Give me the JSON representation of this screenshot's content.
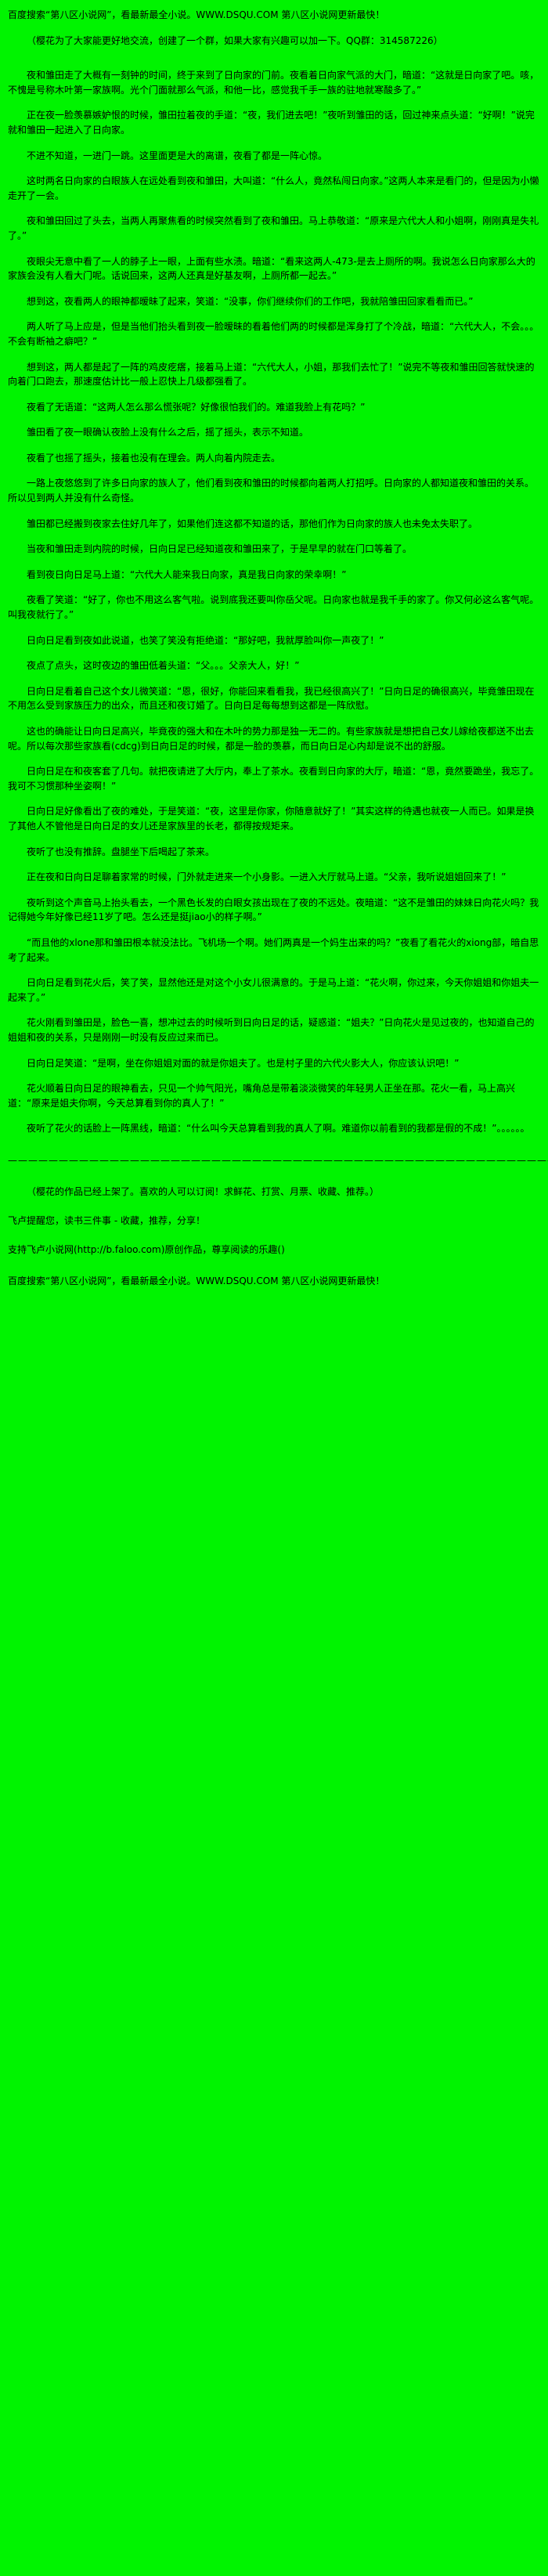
{
  "page": {
    "colors": {
      "background": "#00f400",
      "text": "#000000"
    }
  },
  "header": {
    "promo": "百度搜索“第八区小说网”，看最新最全小说。WWW.DSQU.COM  第八区小说网更新最快！",
    "qq_notice": "（樱花为了大家能更好地交流，创建了一个群，如果大家有兴趣可以加一下。QQ群：314587226）"
  },
  "content": {
    "paragraphs": [
      "夜和雏田走了大概有一刻钟的时间，终于来到了日向家的门前。夜看着日向家气派的大门，暗道：“这就是日向家了吧。咳，不愧是号称木叶第一家族啊。光个门面就那么气派，和他一比，感觉我千手一族的驻地就寒酸多了。”",
      "正在夜一脸羡慕嫉妒恨的时候，雏田拉着夜的手道：“夜，我们进去吧！”夜听到雏田的话，回过神来点头道：“好啊！”说完就和雏田一起进入了日向家。",
      "不进不知道，一进门一跳。这里面更是大的离谱，夜看了都是一阵心惊。",
      "这时两名日向家的白眼族人在远处看到夜和雏田，大叫道：“什么人，竟然私闯日向家。”这两人本来是看门的，但是因为小懒走开了一会。",
      "夜和雏田回过了头去，当两人再聚焦看的时候突然看到了夜和雏田。马上恭敬道：“原来是六代大人和小姐啊，刚刚真是失礼了。”",
      "夜眼尖无意中看了一人的脖子上一眼，上面有些水渍。暗道：“看来这两人-473-是去上厕所的啊。我说怎么日向家那么大的家族会没有人看大门呢。话说回来，这两人还真是好基友啊，上厕所都一起去。”",
      "想到这，夜看两人的眼神都暧昧了起来，笑道：“没事，你们继续你们的工作吧，我就陪雏田回家看看而已。”",
      "两人听了马上应是，但是当他们抬头看到夜一脸暧昧的看着他们两的时候都是浑身打了个冷战，暗道：“六代大人，不会。。。不会有断袖之癖吧？”",
      "想到这，两人都是起了一阵的鸡皮疙瘩，接着马上道：“六代大人，小姐，那我们去忙了！”说完不等夜和雏田回答就快速的向着门口跑去，那速度估计比一般上忍快上几级都强看了。",
      "夜看了无语道：“这两人怎么那么慌张呢？好像很怕我们的。难道我脸上有花吗？”",
      "雏田看了夜一眼确认夜脸上没有什么之后，摇了摇头，表示不知道。",
      "夜看了也摇了摇头，接着也没有在理会。两人向着内院走去。",
      "一路上夜悠悠到了许多日向家的族人了，他们看到夜和雏田的时候都向着两人打招呼。日向家的人都知道夜和雏田的关系。所以见到两人并没有什么奇怪。",
      "雏田都已经搬到夜家去住好几年了，如果他们连这都不知道的话，那他们作为日向家的族人也未免太失职了。",
      "当夜和雏田走到内院的时候，日向日足已经知道夜和雏田来了，于是早早的就在门口等着了。",
      "看到夜日向日足马上道：“六代大人能来我日向家，真是我日向家的荣幸啊！”",
      "夜看了笑道：“好了，你也不用这么客气啦。说到底我还要叫你岳父呢。日向家也就是我千手的家了。你又何必这么客气呢。叫我夜就行了。”",
      "日向日足看到夜如此说道，也笑了笑没有拒绝道：“那好吧，我就厚脸叫你一声夜了！”",
      "夜点了点头，这时夜边的雏田低着头道：“父。。。父亲大人，好！”",
      "日向日足看着自己这个女儿微笑道：“恩，很好，你能回来看看我，我已经很高兴了！”日向日足的确很高兴，毕竟雏田现在不用怎么受到家族压力的出众，而且还和夜订婚了。日向日足每每想到这都是一阵欣慰。",
      "这也的确能让日向日足高兴，毕竟夜的强大和在木叶的势力那是独一无二的。有些家族就是想把自己女儿嫁给夜都送不出去呢。所以每次那些家族看(cdcg)到日向日足的时候，都是一脸的羡慕，而日向日足心内却是说不出的舒服。",
      "日向日足在和夜客套了几句。就把夜请进了大厅内，奉上了茶水。夜看到日向家的大厅，暗道：“恩，竟然要跪坐，我忘了。我可不习惯那种坐姿啊！”",
      "日向日足好像看出了夜的难处，于是笑道：“夜，这里是你家，你随意就好了！”其实这样的待遇也就夜一人而已。如果是换了其他人不管他是日向日足的女儿还是家族里的长老，都得按规矩来。",
      "夜听了也没有推辞。盘腿坐下后喝起了茶来。",
      "正在夜和日向日足聊着家常的时候，门外就走进来一个小身影。一进入大厅就马上道。“父亲，我听说姐姐回来了！”",
      "夜听到这个声音马上抬头看去，一个黑色长发的白眼女孩出现在了夜的不远处。夜暗道：“这不是雏田的妹妹日向花火吗？我记得她今年好像已经11岁了吧。怎么还是挺jiao小的样子啊。”",
      "“而且他的xlone那和雏田根本就没法比。飞机场一个啊。她们两真是一个妈生出来的吗？”夜看了看花火的xiong部，暗自思考了起来。",
      "日向日足看到花火后，笑了笑，显然他还是对这个小女儿很满意的。于是马上道：“花火啊，你过来，今天你姐姐和你姐夫一起来了。”",
      "花火刚看到雏田是，脸色一喜，想冲过去的时候听到日向日足的话，疑惑道：“姐夫？”日向花火是见过夜的，也知道自己的姐姐和夜的关系，只是刚刚一时没有反应过来而已。",
      "日向日足笑道：“是啊，坐在你姐姐对面的就是你姐夫了。也是村子里的六代火影大人，你应该认识吧！”",
      "花火顺着日向日足的眼神看去，只见一个帅气阳光，嘴角总是带着淡淡微笑的年轻男人正坐在那。花火一看，马上高兴道：“原来是姐夫你啊，今天总算看到你的真人了！”",
      "夜听了花火的话脸上一阵黑线，暗道：“什么叫今天总算看到我的真人了啊。难道你以前看到的我都是假的不成！”。。。。。。"
    ],
    "divider": "——————————————————————————————————————————————————————————————"
  },
  "footer": {
    "shelf_note": "（樱花的作品已经上架了。喜欢的人可以订阅！求鲜花、打赏、月票、收藏、推荐。）",
    "reminder": "飞卢提醒您，读书三件事 - 收藏，推荐，分享！",
    "support": "支持飞卢小说网(http://b.faloo.com)原创作品，尊享阅读的乐趣()",
    "promo": "百度搜索“第八区小说网”，看最新最全小说。WWW.DSQU.COM  第八区小说网更新最快！"
  }
}
